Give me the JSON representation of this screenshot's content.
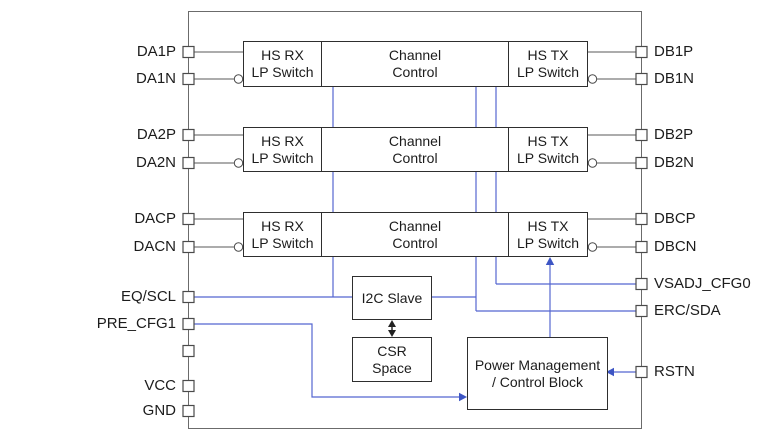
{
  "pins": {
    "left": [
      {
        "label": "DA1P"
      },
      {
        "label": "DA1N"
      },
      {
        "label": "DA2P"
      },
      {
        "label": "DA2N"
      },
      {
        "label": "DACP"
      },
      {
        "label": "DACN"
      },
      {
        "label": "EQ/SCL"
      },
      {
        "label": "PRE_CFG1"
      },
      {
        "label": ""
      },
      {
        "label": "VCC"
      },
      {
        "label": "GND"
      }
    ],
    "right": [
      {
        "label": "DB1P"
      },
      {
        "label": "DB1N"
      },
      {
        "label": "DB2P"
      },
      {
        "label": "DB2N"
      },
      {
        "label": "DBCP"
      },
      {
        "label": "DBCN"
      },
      {
        "label": "VSADJ_CFG0"
      },
      {
        "label": "ERC/SDA"
      },
      {
        "label": "RSTN"
      }
    ]
  },
  "channel_rows": [
    {
      "rx_line1": "HS RX",
      "rx_line2": "LP Switch",
      "ctrl_line1": "Channel",
      "ctrl_line2": "Control",
      "tx_line1": "HS TX",
      "tx_line2": "LP Switch"
    },
    {
      "rx_line1": "HS RX",
      "rx_line2": "LP Switch",
      "ctrl_line1": "Channel",
      "ctrl_line2": "Control",
      "tx_line1": "HS TX",
      "tx_line2": "LP Switch"
    },
    {
      "rx_line1": "HS RX",
      "rx_line2": "LP Switch",
      "ctrl_line1": "Channel",
      "ctrl_line2": "Control",
      "tx_line1": "HS TX",
      "tx_line2": "LP Switch"
    }
  ],
  "blocks": {
    "i2c_slave": {
      "label": "I2C Slave"
    },
    "csr_space": {
      "line1": "CSR",
      "line2": "Space"
    },
    "power_mgmt": {
      "line1": "Power Management",
      "line2": "/ Control Block"
    }
  },
  "colors": {
    "wire_blue": "#5566d0",
    "arrow_blue": "#3d55c4",
    "wire_gray": "#5a5a5a",
    "outer_border": "#6b6b6b",
    "block_border": "#2e2e2e",
    "text": "#1c1c1c"
  }
}
